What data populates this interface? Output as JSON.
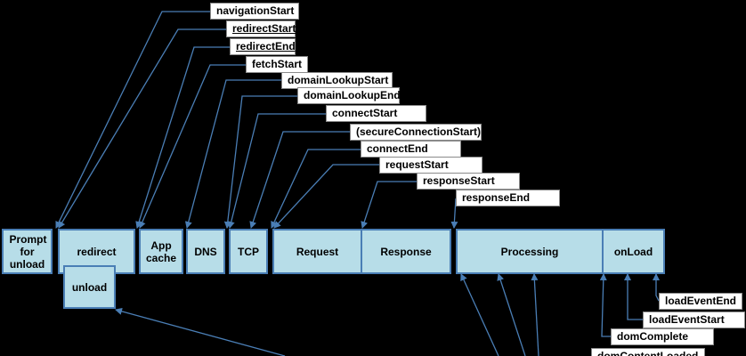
{
  "top_labels": {
    "navigationStart": "navigationStart",
    "redirectStart": "redirectStart",
    "redirectEnd": "redirectEnd",
    "fetchStart": "fetchStart",
    "domainLookupStart": "domainLookupStart",
    "domainLookupEnd": "domainLookupEnd",
    "connectStart": "connectStart",
    "secureConnectionStart": "(secureConnectionStart)",
    "connectEnd": "connectEnd",
    "requestStart": "requestStart",
    "responseStart": "responseStart",
    "responseEnd": "responseEnd"
  },
  "phases": {
    "prompt": "Prompt for unload",
    "redirect": "redirect",
    "appcache": "App cache",
    "dns": "DNS",
    "tcp": "TCP",
    "request": "Request",
    "response": "Response",
    "processing": "Processing",
    "onload": "onLoad",
    "unload": "unload"
  },
  "bottom_labels": {
    "loadEventEnd": "loadEventEnd",
    "loadEventStart": "loadEventStart",
    "domComplete": "domComplete",
    "domContentLoaded": "domContentLoaded"
  },
  "colors": {
    "background": "#000000",
    "phase_fill": "#b7dde8",
    "phase_border": "#4a7eb5",
    "arrow": "#4a7eb5"
  }
}
